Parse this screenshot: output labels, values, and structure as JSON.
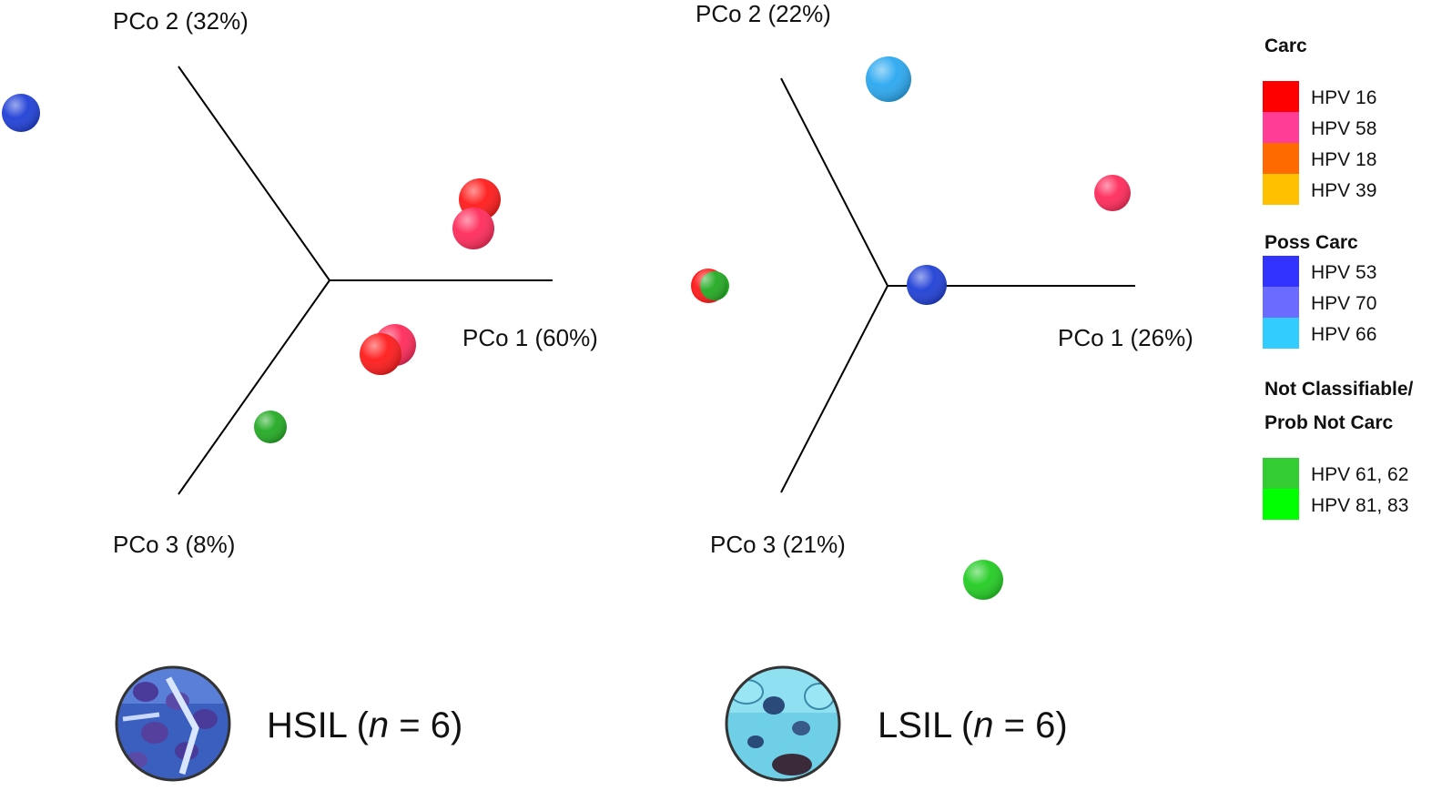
{
  "chart_data": [
    {
      "type": "scatter",
      "panel": "HSIL",
      "caption": {
        "group": "HSIL",
        "n_label": "n",
        "n_value": "= 6)"
      },
      "axes": [
        {
          "id": "pco1",
          "label": "PCo 1 (60%)"
        },
        {
          "id": "pco2",
          "label": "PCo 2 (32%)"
        },
        {
          "id": "pco3",
          "label": "PCo 3 (8%)"
        }
      ],
      "points": [
        {
          "type": "HPV 53",
          "color": "#1f3fd6"
        },
        {
          "type": "HPV 16",
          "color": "#ff1a1a"
        },
        {
          "type": "HPV 58",
          "color": "#ff2a5a"
        },
        {
          "type": "HPV 58",
          "color": "#ff2a5a"
        },
        {
          "type": "HPV 16",
          "color": "#ff1a1a"
        },
        {
          "type": "HPV 61, 62",
          "color": "#22aa22"
        }
      ]
    },
    {
      "type": "scatter",
      "panel": "LSIL",
      "caption": {
        "group": "LSIL",
        "n_label": "n",
        "n_value": "= 6)"
      },
      "axes": [
        {
          "id": "pco1",
          "label": "PCo 1 (26%)"
        },
        {
          "id": "pco2",
          "label": "PCo 2 (22%)"
        },
        {
          "id": "pco3",
          "label": "PCo 3 (21%)"
        }
      ],
      "points": [
        {
          "type": "HPV 66",
          "color": "#2aa8f0"
        },
        {
          "type": "HPV 58",
          "color": "#ff2a5a"
        },
        {
          "type": "HPV 16 / HPV 61, 62",
          "color": "#ff1a1a",
          "color2": "#22aa22"
        },
        {
          "type": "HPV 53",
          "color": "#1f3fd6"
        },
        {
          "type": "HPV 81, 83",
          "color": "#22cc22"
        }
      ]
    }
  ],
  "legend": {
    "groups": [
      {
        "title": "Carc",
        "items": [
          {
            "label": "HPV 16",
            "color": "#ff0000"
          },
          {
            "label": "HPV 58",
            "color": "#ff3d96"
          },
          {
            "label": "HPV 18",
            "color": "#ff6a00"
          },
          {
            "label": "HPV 39",
            "color": "#ffc000"
          }
        ]
      },
      {
        "title": "Poss Carc",
        "items": [
          {
            "label": "HPV 53",
            "color": "#3333ff"
          },
          {
            "label": "HPV 70",
            "color": "#6b6bff"
          },
          {
            "label": "HPV 66",
            "color": "#33ccff"
          }
        ]
      },
      {
        "title": "Not Classifiable/",
        "title2": "Prob Not Carc",
        "items": [
          {
            "label": "HPV 61, 62",
            "color": "#33cc33"
          },
          {
            "label": "HPV 81, 83",
            "color": "#00ff00"
          }
        ]
      }
    ]
  }
}
